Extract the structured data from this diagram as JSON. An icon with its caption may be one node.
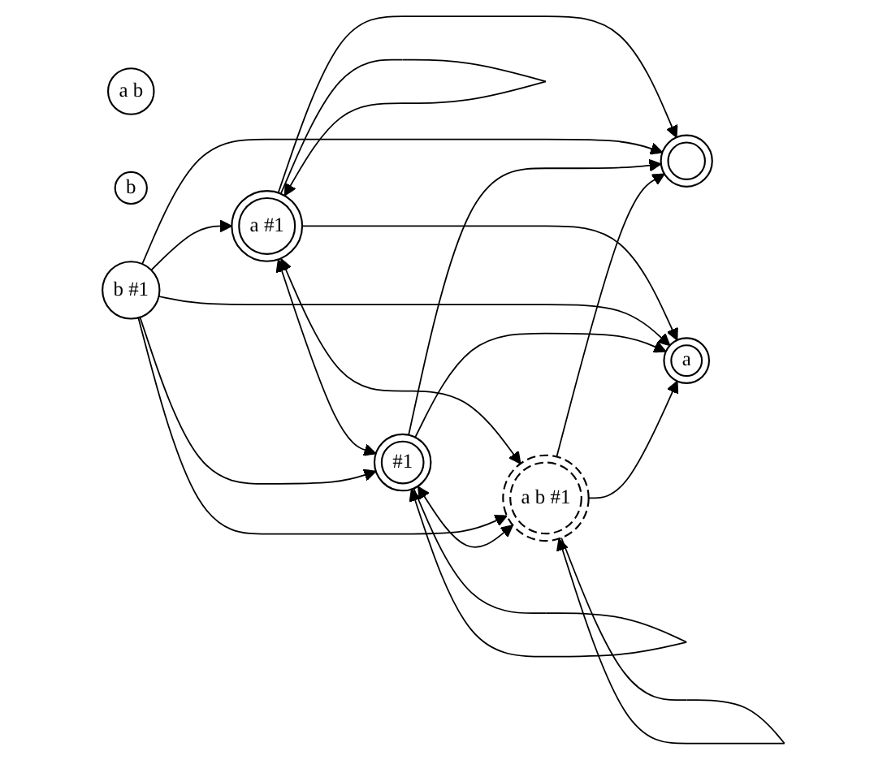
{
  "diagram": {
    "nodes": [
      {
        "text": [
          "a #1"
        ]
      },
      {
        "text": [],
        "shape": "circle"
      },
      {
        "text": [
          "a b"
        ]
      },
      {
        "text": [
          "b"
        ]
      },
      {
        "text": [
          "b #1"
        ]
      },
      {
        "text": [
          "#1"
        ]
      },
      {
        "text": [
          "a"
        ]
      },
      {
        "text": [
          "a b #1"
        ]
      }
    ],
    "edges": [
      {
        "from": 0,
        "to": 0,
        "arrow": "to"
      },
      {
        "from": 0,
        "to": 1,
        "arrow": "to"
      },
      {
        "from": 0,
        "to": 6,
        "arrow": "to"
      },
      {
        "from": 0,
        "to": 5,
        "arrow": "both"
      },
      {
        "from": 0,
        "to": 7,
        "arrow": "both"
      },
      {
        "from": 4,
        "to": 0,
        "arrow": "to"
      },
      {
        "from": 4,
        "to": 1,
        "arrow": "to"
      },
      {
        "from": 4,
        "to": 5,
        "arrow": "to"
      },
      {
        "from": 4,
        "to": 6,
        "arrow": "to"
      },
      {
        "from": 4,
        "to": 7,
        "arrow": "to"
      },
      {
        "from": 5,
        "to": 5,
        "arrow": "to"
      },
      {
        "from": 5,
        "to": 1,
        "arrow": "to"
      },
      {
        "from": 5,
        "to": 6,
        "arrow": "to"
      },
      {
        "from": 5,
        "to": 7,
        "arrow": "both"
      },
      {
        "from": 7,
        "to": 1,
        "arrow": "to"
      },
      {
        "from": 7,
        "to": 6,
        "arrow": "to"
      },
      {
        "from": 7,
        "to": 7,
        "arrow": "to"
      }
    ]
  }
}
